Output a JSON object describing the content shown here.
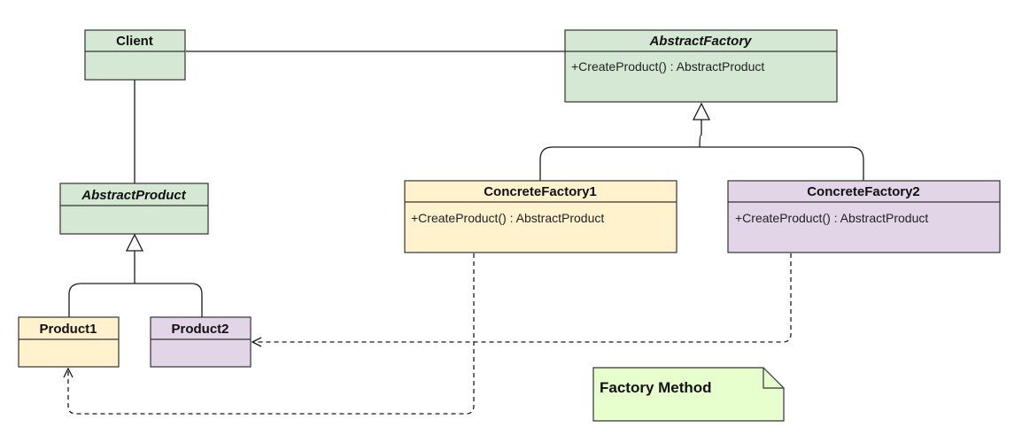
{
  "colors": {
    "green": "#d5e8d4",
    "yellow": "#fff2cc",
    "purple": "#e1d5e7",
    "note": "#e6ffcc",
    "stroke": "#333333"
  },
  "classes": {
    "client": {
      "name": "Client",
      "member": ""
    },
    "abstract_factory": {
      "name": "AbstractFactory",
      "member": "+CreateProduct() : AbstractProduct"
    },
    "abstract_product": {
      "name": "AbstractProduct",
      "member": ""
    },
    "concrete_factory_1": {
      "name": "ConcreteFactory1",
      "member": "+CreateProduct() : AbstractProduct"
    },
    "concrete_factory_2": {
      "name": "ConcreteFactory2",
      "member": "+CreateProduct() : AbstractProduct"
    },
    "product_1": {
      "name": "Product1",
      "member": ""
    },
    "product_2": {
      "name": "Product2",
      "member": ""
    }
  },
  "note": {
    "text": "Factory Method"
  }
}
